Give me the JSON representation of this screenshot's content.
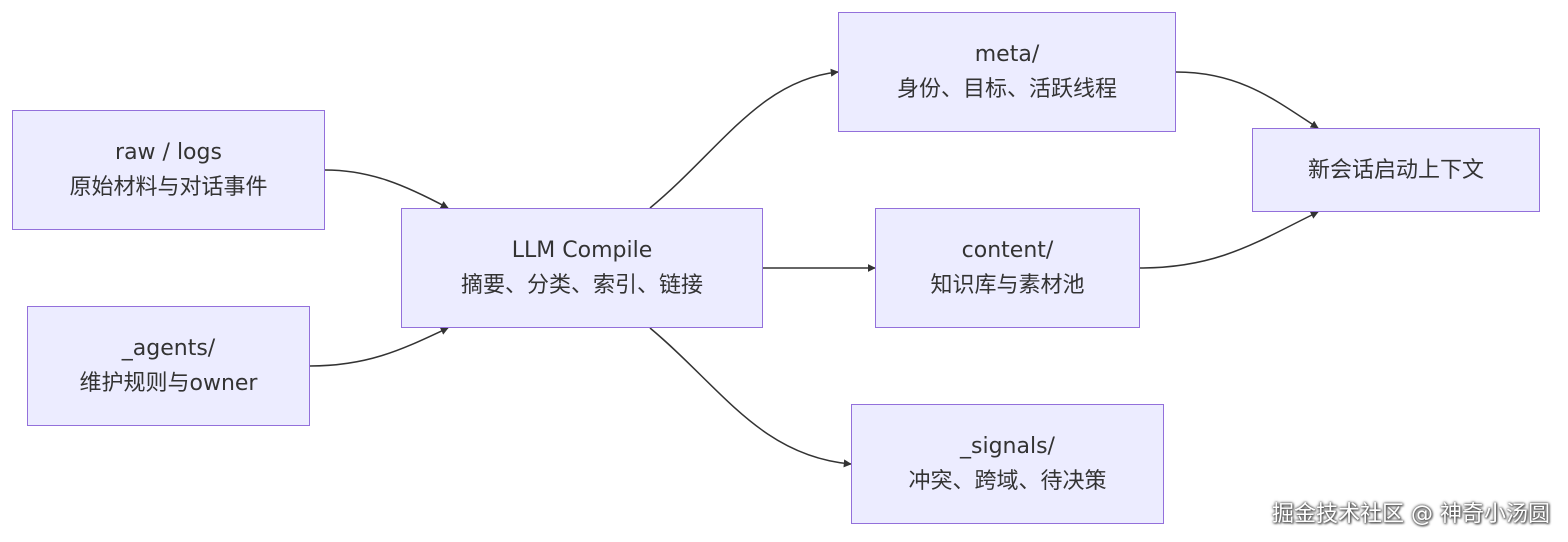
{
  "diagram": {
    "nodes": [
      {
        "id": "raw",
        "title": "raw / logs",
        "subtitle": "原始材料与对话事件"
      },
      {
        "id": "agents",
        "title": "_agents/",
        "subtitle": "维护规则与owner"
      },
      {
        "id": "compile",
        "title": "LLM Compile",
        "subtitle": "摘要、分类、索引、链接"
      },
      {
        "id": "meta",
        "title": "meta/",
        "subtitle": "身份、目标、活跃线程"
      },
      {
        "id": "content",
        "title": "content/",
        "subtitle": "知识库与素材池"
      },
      {
        "id": "signals",
        "title": "_signals/",
        "subtitle": "冲突、跨域、待决策"
      },
      {
        "id": "session",
        "title": "新会话启动上下文"
      }
    ],
    "edges": [
      {
        "from": "raw",
        "to": "compile"
      },
      {
        "from": "agents",
        "to": "compile"
      },
      {
        "from": "compile",
        "to": "meta"
      },
      {
        "from": "compile",
        "to": "content"
      },
      {
        "from": "compile",
        "to": "signals"
      },
      {
        "from": "meta",
        "to": "session"
      },
      {
        "from": "content",
        "to": "session"
      }
    ],
    "colors": {
      "node_fill": "#ECECFF",
      "node_border": "#9370DB",
      "edge": "#333333",
      "text": "#333333"
    }
  },
  "watermark": "掘金技术社区 @ 神奇小汤圆"
}
